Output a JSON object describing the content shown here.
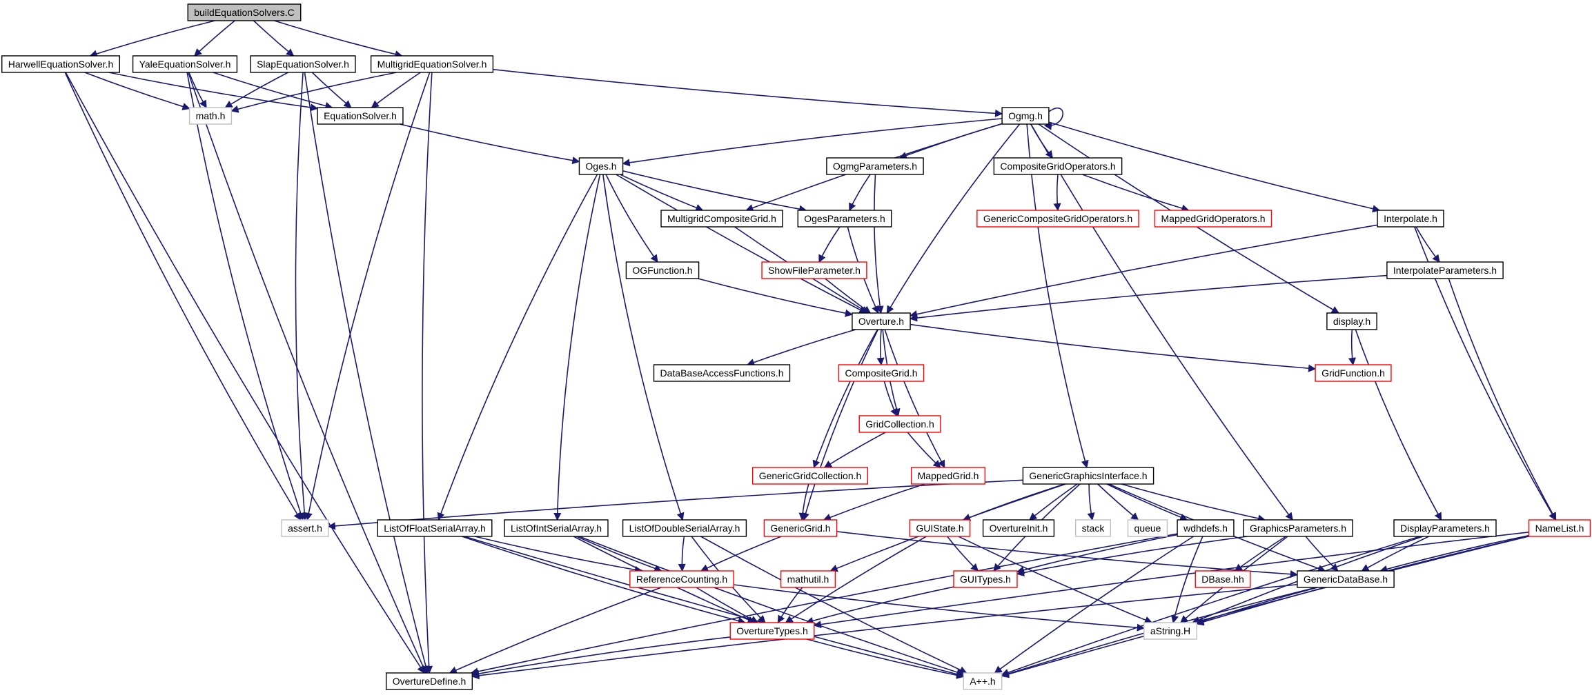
{
  "graph": {
    "title": "",
    "nodes": [
      {
        "id": "buildEquationSolvers.C",
        "label": "buildEquationSolvers.C",
        "style": "root"
      },
      {
        "id": "HarwellEquationSolver.h",
        "label": "HarwellEquationSolver.h",
        "style": "normal"
      },
      {
        "id": "YaleEquationSolver.h",
        "label": "YaleEquationSolver.h",
        "style": "normal"
      },
      {
        "id": "SlapEquationSolver.h",
        "label": "SlapEquationSolver.h",
        "style": "normal"
      },
      {
        "id": "MultigridEquationSolver.h",
        "label": "MultigridEquationSolver.h",
        "style": "normal"
      },
      {
        "id": "math.h",
        "label": "math.h",
        "style": "system"
      },
      {
        "id": "EquationSolver.h",
        "label": "EquationSolver.h",
        "style": "normal"
      },
      {
        "id": "Ogmg.h",
        "label": "Ogmg.h",
        "style": "normal"
      },
      {
        "id": "Oges.h",
        "label": "Oges.h",
        "style": "normal"
      },
      {
        "id": "OgmgParameters.h",
        "label": "OgmgParameters.h",
        "style": "normal"
      },
      {
        "id": "CompositeGridOperators.h",
        "label": "CompositeGridOperators.h",
        "style": "normal"
      },
      {
        "id": "GenericCompositeGridOperators.h",
        "label": "GenericCompositeGridOperators.h",
        "style": "truncated"
      },
      {
        "id": "MappedGridOperators.h",
        "label": "MappedGridOperators.h",
        "style": "truncated"
      },
      {
        "id": "MultigridCompositeGrid.h",
        "label": "MultigridCompositeGrid.h",
        "style": "normal"
      },
      {
        "id": "OgesParameters.h",
        "label": "OgesParameters.h",
        "style": "normal"
      },
      {
        "id": "Interpolate.h",
        "label": "Interpolate.h",
        "style": "normal"
      },
      {
        "id": "OGFunction.h",
        "label": "OGFunction.h",
        "style": "normal"
      },
      {
        "id": "ShowFileParameter.h",
        "label": "ShowFileParameter.h",
        "style": "truncated"
      },
      {
        "id": "InterpolateParameters.h",
        "label": "InterpolateParameters.h",
        "style": "normal"
      },
      {
        "id": "Overture.h",
        "label": "Overture.h",
        "style": "normal"
      },
      {
        "id": "display.h",
        "label": "display.h",
        "style": "normal"
      },
      {
        "id": "DataBaseAccessFunctions.h",
        "label": "DataBaseAccessFunctions.h",
        "style": "normal"
      },
      {
        "id": "CompositeGrid.h",
        "label": "CompositeGrid.h",
        "style": "truncated"
      },
      {
        "id": "GridFunction.h",
        "label": "GridFunction.h",
        "style": "truncated"
      },
      {
        "id": "GridCollection.h",
        "label": "GridCollection.h",
        "style": "truncated"
      },
      {
        "id": "GenericGridCollection.h",
        "label": "GenericGridCollection.h",
        "style": "truncated"
      },
      {
        "id": "MappedGrid.h",
        "label": "MappedGrid.h",
        "style": "truncated"
      },
      {
        "id": "GenericGraphicsInterface.h",
        "label": "GenericGraphicsInterface.h",
        "style": "normal"
      },
      {
        "id": "assert.h",
        "label": "assert.h",
        "style": "system"
      },
      {
        "id": "ListOfFloatSerialArray.h",
        "label": "ListOfFloatSerialArray.h",
        "style": "normal"
      },
      {
        "id": "ListOfIntSerialArray.h",
        "label": "ListOfIntSerialArray.h",
        "style": "normal"
      },
      {
        "id": "ListOfDoubleSerialArray.h",
        "label": "ListOfDoubleSerialArray.h",
        "style": "normal"
      },
      {
        "id": "GenericGrid.h",
        "label": "GenericGrid.h",
        "style": "truncated"
      },
      {
        "id": "GUIState.h",
        "label": "GUIState.h",
        "style": "truncated"
      },
      {
        "id": "OvertureInit.h",
        "label": "OvertureInit.h",
        "style": "normal"
      },
      {
        "id": "stack",
        "label": "stack",
        "style": "system"
      },
      {
        "id": "queue",
        "label": "queue",
        "style": "system"
      },
      {
        "id": "wdhdefs.h",
        "label": "wdhdefs.h",
        "style": "normal"
      },
      {
        "id": "GraphicsParameters.h",
        "label": "GraphicsParameters.h",
        "style": "normal"
      },
      {
        "id": "DisplayParameters.h",
        "label": "DisplayParameters.h",
        "style": "normal"
      },
      {
        "id": "NameList.h",
        "label": "NameList.h",
        "style": "truncated"
      },
      {
        "id": "ReferenceCounting.h",
        "label": "ReferenceCounting.h",
        "style": "truncated"
      },
      {
        "id": "mathutil.h",
        "label": "mathutil.h",
        "style": "truncated"
      },
      {
        "id": "GUITypes.h",
        "label": "GUITypes.h",
        "style": "truncated"
      },
      {
        "id": "DBase.hh",
        "label": "DBase.hh",
        "style": "truncated"
      },
      {
        "id": "GenericDataBase.h",
        "label": "GenericDataBase.h",
        "style": "normal"
      },
      {
        "id": "OvertureTypes.h",
        "label": "OvertureTypes.h",
        "style": "truncated"
      },
      {
        "id": "aString.H",
        "label": "aString.H",
        "style": "system"
      },
      {
        "id": "OvertureDefine.h",
        "label": "OvertureDefine.h",
        "style": "normal"
      },
      {
        "id": "A++.h",
        "label": "A++.h",
        "style": "system"
      }
    ],
    "edges": [
      [
        "buildEquationSolvers.C",
        "HarwellEquationSolver.h"
      ],
      [
        "buildEquationSolvers.C",
        "YaleEquationSolver.h"
      ],
      [
        "buildEquationSolvers.C",
        "SlapEquationSolver.h"
      ],
      [
        "buildEquationSolvers.C",
        "MultigridEquationSolver.h"
      ],
      [
        "HarwellEquationSolver.h",
        "math.h"
      ],
      [
        "HarwellEquationSolver.h",
        "EquationSolver.h"
      ],
      [
        "HarwellEquationSolver.h",
        "assert.h"
      ],
      [
        "HarwellEquationSolver.h",
        "OvertureDefine.h"
      ],
      [
        "YaleEquationSolver.h",
        "math.h"
      ],
      [
        "YaleEquationSolver.h",
        "EquationSolver.h"
      ],
      [
        "YaleEquationSolver.h",
        "assert.h"
      ],
      [
        "YaleEquationSolver.h",
        "OvertureDefine.h"
      ],
      [
        "SlapEquationSolver.h",
        "math.h"
      ],
      [
        "SlapEquationSolver.h",
        "EquationSolver.h"
      ],
      [
        "SlapEquationSolver.h",
        "assert.h"
      ],
      [
        "SlapEquationSolver.h",
        "OvertureDefine.h"
      ],
      [
        "MultigridEquationSolver.h",
        "math.h"
      ],
      [
        "MultigridEquationSolver.h",
        "EquationSolver.h"
      ],
      [
        "MultigridEquationSolver.h",
        "assert.h"
      ],
      [
        "MultigridEquationSolver.h",
        "OvertureDefine.h"
      ],
      [
        "MultigridEquationSolver.h",
        "Ogmg.h"
      ],
      [
        "EquationSolver.h",
        "Oges.h"
      ],
      [
        "Ogmg.h",
        "Ogmg.h"
      ],
      [
        "Ogmg.h",
        "Oges.h"
      ],
      [
        "Ogmg.h",
        "OgmgParameters.h"
      ],
      [
        "Ogmg.h",
        "CompositeGridOperators.h"
      ],
      [
        "Ogmg.h",
        "MultigridCompositeGrid.h"
      ],
      [
        "Ogmg.h",
        "Interpolate.h"
      ],
      [
        "Ogmg.h",
        "Overture.h"
      ],
      [
        "Ogmg.h",
        "display.h"
      ],
      [
        "Ogmg.h",
        "GenericGraphicsInterface.h"
      ],
      [
        "Ogmg.h",
        "GraphicsParameters.h"
      ],
      [
        "OgmgParameters.h",
        "OgesParameters.h"
      ],
      [
        "OgmgParameters.h",
        "Overture.h"
      ],
      [
        "CompositeGridOperators.h",
        "GenericCompositeGridOperators.h"
      ],
      [
        "CompositeGridOperators.h",
        "MappedGridOperators.h"
      ],
      [
        "Oges.h",
        "MultigridCompositeGrid.h"
      ],
      [
        "Oges.h",
        "OgesParameters.h"
      ],
      [
        "Oges.h",
        "OGFunction.h"
      ],
      [
        "Oges.h",
        "Overture.h"
      ],
      [
        "Oges.h",
        "ListOfFloatSerialArray.h"
      ],
      [
        "Oges.h",
        "ListOfIntSerialArray.h"
      ],
      [
        "Oges.h",
        "ListOfDoubleSerialArray.h"
      ],
      [
        "MultigridCompositeGrid.h",
        "Overture.h"
      ],
      [
        "OgesParameters.h",
        "ShowFileParameter.h"
      ],
      [
        "OgesParameters.h",
        "Overture.h"
      ],
      [
        "ShowFileParameter.h",
        "Overture.h"
      ],
      [
        "OGFunction.h",
        "Overture.h"
      ],
      [
        "Interpolate.h",
        "InterpolateParameters.h"
      ],
      [
        "Interpolate.h",
        "Overture.h"
      ],
      [
        "Interpolate.h",
        "NameList.h"
      ],
      [
        "InterpolateParameters.h",
        "Overture.h"
      ],
      [
        "InterpolateParameters.h",
        "NameList.h"
      ],
      [
        "Overture.h",
        "DataBaseAccessFunctions.h"
      ],
      [
        "Overture.h",
        "CompositeGrid.h"
      ],
      [
        "Overture.h",
        "GridCollection.h"
      ],
      [
        "Overture.h",
        "GenericGridCollection.h"
      ],
      [
        "Overture.h",
        "MappedGrid.h"
      ],
      [
        "Overture.h",
        "GenericGrid.h"
      ],
      [
        "Overture.h",
        "GridFunction.h"
      ],
      [
        "CompositeGrid.h",
        "GridCollection.h"
      ],
      [
        "GridCollection.h",
        "GenericGridCollection.h"
      ],
      [
        "GridCollection.h",
        "MappedGrid.h"
      ],
      [
        "GenericGridCollection.h",
        "GenericGrid.h"
      ],
      [
        "MappedGrid.h",
        "GenericGrid.h"
      ],
      [
        "display.h",
        "GridFunction.h"
      ],
      [
        "display.h",
        "DisplayParameters.h"
      ],
      [
        "GenericGraphicsInterface.h",
        "assert.h"
      ],
      [
        "GenericGraphicsInterface.h",
        "GUIState.h"
      ],
      [
        "GenericGraphicsInterface.h",
        "OvertureInit.h"
      ],
      [
        "GenericGraphicsInterface.h",
        "stack"
      ],
      [
        "GenericGraphicsInterface.h",
        "queue"
      ],
      [
        "GenericGraphicsInterface.h",
        "wdhdefs.h"
      ],
      [
        "GenericGraphicsInterface.h",
        "GraphicsParameters.h"
      ],
      [
        "GenericGraphicsInterface.h",
        "GenericDataBase.h"
      ],
      [
        "GenericGraphicsInterface.h",
        "GUITypes.h"
      ],
      [
        "GenericGraphicsInterface.h",
        "mathutil.h"
      ],
      [
        "GUIState.h",
        "GUITypes.h"
      ],
      [
        "GUIState.h",
        "OvertureTypes.h"
      ],
      [
        "GUIState.h",
        "aString.H"
      ],
      [
        "wdhdefs.h",
        "GUITypes.h"
      ],
      [
        "wdhdefs.h",
        "aString.H"
      ],
      [
        "wdhdefs.h",
        "A++.h"
      ],
      [
        "wdhdefs.h",
        "OvertureDefine.h"
      ],
      [
        "GraphicsParameters.h",
        "GUITypes.h"
      ],
      [
        "GraphicsParameters.h",
        "DBase.hh"
      ],
      [
        "GraphicsParameters.h",
        "GenericDataBase.h"
      ],
      [
        "GraphicsParameters.h",
        "aString.H"
      ],
      [
        "DisplayParameters.h",
        "GenericDataBase.h"
      ],
      [
        "DisplayParameters.h",
        "aString.H"
      ],
      [
        "DisplayParameters.h",
        "A++.h"
      ],
      [
        "NameList.h",
        "GenericDataBase.h"
      ],
      [
        "NameList.h",
        "aString.H"
      ],
      [
        "NameList.h",
        "A++.h"
      ],
      [
        "NameList.h",
        "OvertureTypes.h"
      ],
      [
        "ListOfFloatSerialArray.h",
        "ReferenceCounting.h"
      ],
      [
        "ListOfFloatSerialArray.h",
        "OvertureTypes.h"
      ],
      [
        "ListOfFloatSerialArray.h",
        "A++.h"
      ],
      [
        "ListOfIntSerialArray.h",
        "ReferenceCounting.h"
      ],
      [
        "ListOfIntSerialArray.h",
        "OvertureTypes.h"
      ],
      [
        "ListOfIntSerialArray.h",
        "A++.h"
      ],
      [
        "ListOfDoubleSerialArray.h",
        "ReferenceCounting.h"
      ],
      [
        "ListOfDoubleSerialArray.h",
        "OvertureTypes.h"
      ],
      [
        "ListOfDoubleSerialArray.h",
        "A++.h"
      ],
      [
        "GenericGrid.h",
        "ReferenceCounting.h"
      ],
      [
        "GenericGrid.h",
        "GenericDataBase.h"
      ],
      [
        "ReferenceCounting.h",
        "OvertureTypes.h"
      ],
      [
        "ReferenceCounting.h",
        "OvertureDefine.h"
      ],
      [
        "ReferenceCounting.h",
        "aString.H"
      ],
      [
        "mathutil.h",
        "OvertureTypes.h"
      ],
      [
        "GUITypes.h",
        "OvertureTypes.h"
      ],
      [
        "GenericDataBase.h",
        "aString.H"
      ],
      [
        "GenericDataBase.h",
        "A++.h"
      ],
      [
        "GenericDataBase.h",
        "OvertureDefine.h"
      ],
      [
        "OvertureTypes.h",
        "OvertureDefine.h"
      ],
      [
        "OvertureTypes.h",
        "A++.h"
      ]
    ],
    "colors": {
      "edge": "#191970",
      "normal_border": "#000000",
      "truncated_border": "#ff0000",
      "system_border": "#bfbfbf",
      "root_fill": "#bfbfbf",
      "node_fill": "#ffffff",
      "text": "#000000"
    }
  }
}
